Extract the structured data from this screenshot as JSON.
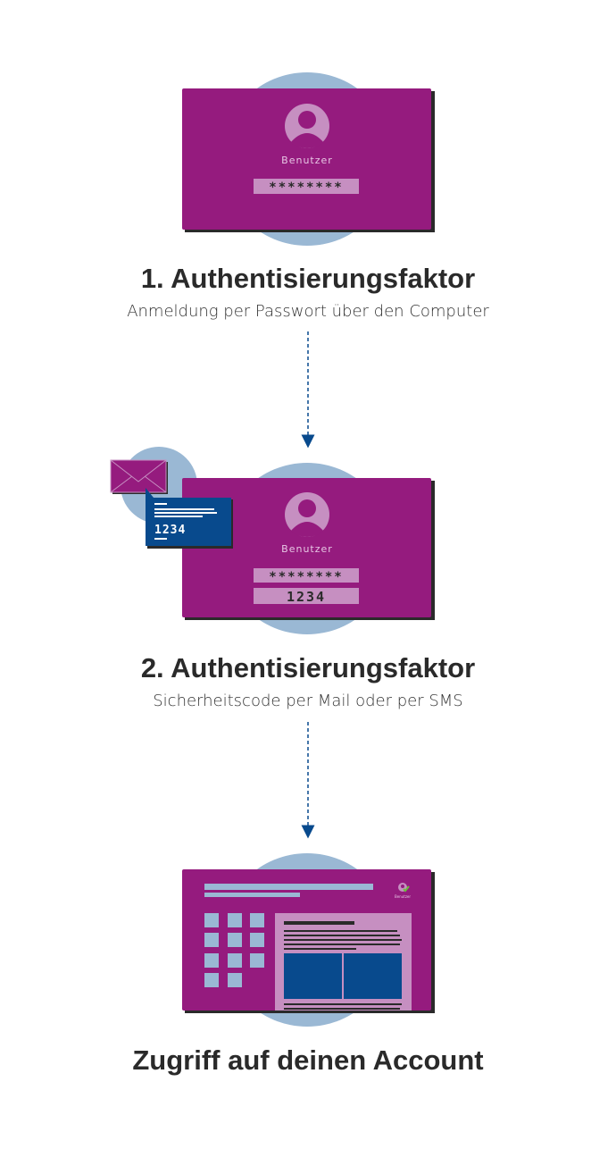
{
  "colors": {
    "purple": "#951b7e",
    "pink": "#c68fc1",
    "circle": "#9ab8d4",
    "blue": "#084a8d",
    "shadow": "#2a2a2a"
  },
  "step1": {
    "title": "1. Authentisierungsfaktor",
    "subtitle": "Anmeldung per Passwort über den Computer",
    "user_label": "Benutzer",
    "password": "********"
  },
  "step2": {
    "title": "2. Authentisierungsfaktor",
    "subtitle": "Sicherheitscode per Mail oder per SMS",
    "user_label": "Benutzer",
    "password": "********",
    "code": "1234",
    "sms_code": "1234"
  },
  "step3": {
    "title": "Zugriff auf deinen Account",
    "user_label": "Benutzer"
  }
}
